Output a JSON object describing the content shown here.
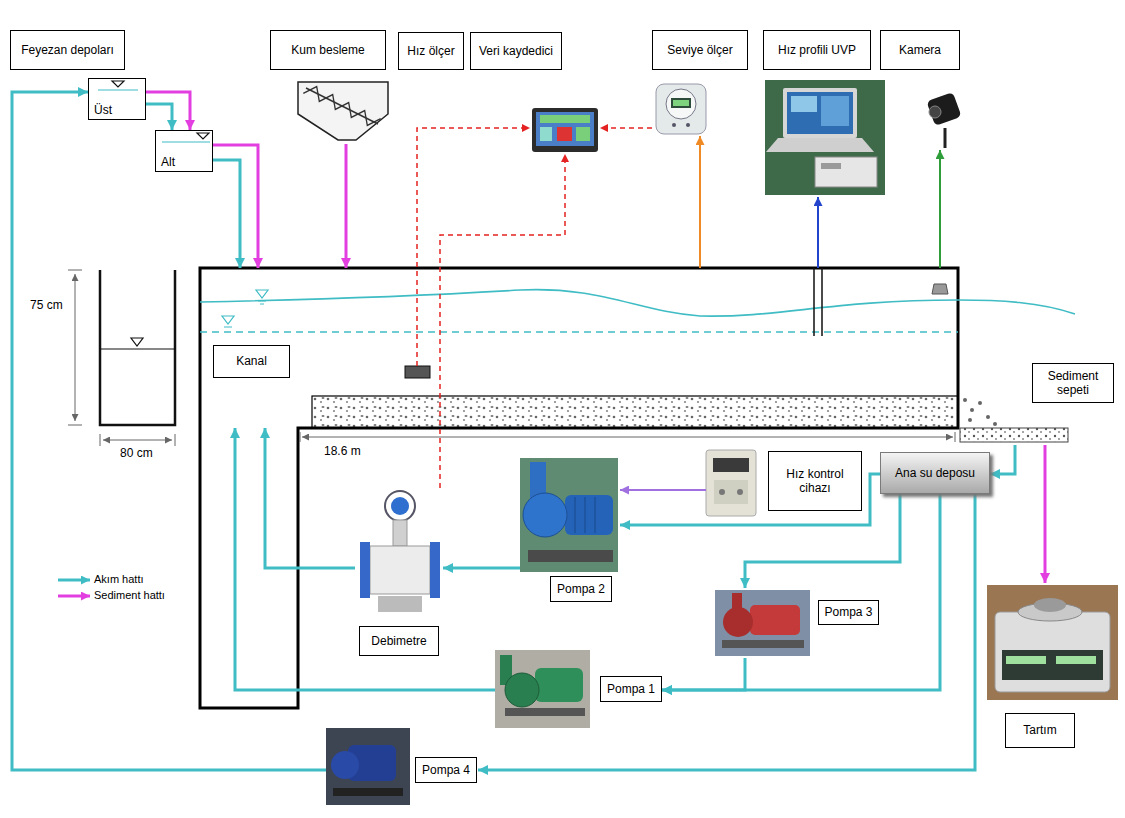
{
  "diagram": {
    "nodes": [
      {
        "text": [
          "Feyezan depoları"
        ]
      },
      {
        "text": [
          "Kum besleme"
        ]
      },
      {
        "text": [
          "Hız ölçer"
        ]
      },
      {
        "text": [
          "Veri kaydedici"
        ]
      },
      {
        "text": [
          "Seviye ölçer"
        ]
      },
      {
        "text": [
          "Hız profili UVP"
        ]
      },
      {
        "text": [
          "Kamera"
        ]
      },
      {
        "text": [
          "Üst"
        ]
      },
      {
        "text": [
          "Alt"
        ]
      },
      {
        "text": [
          "Kanal"
        ]
      },
      {
        "text": [
          "Sediment sepeti"
        ]
      },
      {
        "text": [
          "Hız kontrol cihazı"
        ]
      },
      {
        "text": [
          "Ana su deposu"
        ]
      },
      {
        "text": [
          "Pompa 2"
        ]
      },
      {
        "text": [
          "Debimetre"
        ]
      },
      {
        "text": [
          "Pompa 3"
        ]
      },
      {
        "text": [
          "Pompa 1"
        ]
      },
      {
        "text": [
          "Tartım"
        ]
      },
      {
        "text": [
          "Pompa 4"
        ]
      }
    ],
    "edges": [
      {
        "from": 12,
        "to": 13,
        "arrow": "to"
      },
      {
        "from": 13,
        "to": 14,
        "arrow": "to"
      },
      {
        "from": 14,
        "to": 9,
        "arrow": "to"
      },
      {
        "from": 12,
        "to": 15,
        "arrow": "to"
      },
      {
        "from": 12,
        "to": 16,
        "arrow": "to"
      },
      {
        "from": 15,
        "to": 16,
        "arrow": "to"
      },
      {
        "from": 16,
        "to": 9,
        "arrow": "to"
      },
      {
        "from": 12,
        "to": 18,
        "arrow": "to"
      },
      {
        "from": 18,
        "to": 7,
        "arrow": "to"
      },
      {
        "from": 7,
        "to": 8,
        "arrow": "to"
      },
      {
        "from": 7,
        "to": 8,
        "arrow": "to"
      },
      {
        "from": 8,
        "to": 9,
        "arrow": "to"
      },
      {
        "from": 8,
        "to": 9,
        "arrow": "to"
      },
      {
        "from": 1,
        "to": 9,
        "arrow": "to"
      },
      {
        "from": 10,
        "to": 12,
        "arrow": "to"
      },
      {
        "from": 10,
        "to": 17,
        "arrow": "to"
      },
      {
        "from": 11,
        "to": 13,
        "arrow": "to"
      },
      {
        "from": 14,
        "to": 3,
        "arrow": "to"
      },
      {
        "from": 4,
        "to": 3,
        "arrow": "to"
      },
      {
        "from": 9,
        "to": 4,
        "arrow": "to"
      },
      {
        "from": 9,
        "to": 5,
        "arrow": "to"
      },
      {
        "from": 9,
        "to": 6,
        "arrow": "to"
      }
    ],
    "labels": [
      "75 cm",
      "80 cm",
      "18.6 m"
    ],
    "legend": [
      {
        "text": "Akım hattı"
      },
      {
        "text": "Sediment hattı"
      }
    ]
  }
}
